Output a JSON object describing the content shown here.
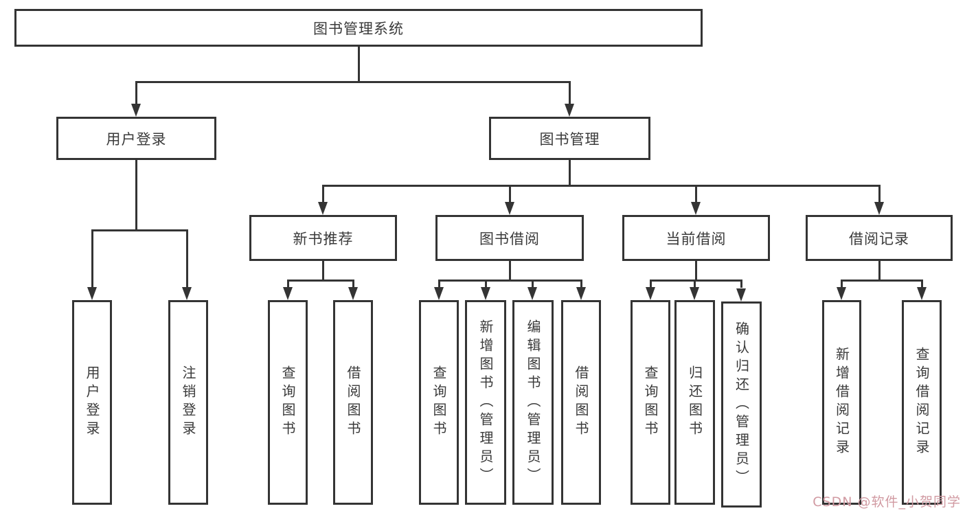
{
  "tree": {
    "root": {
      "label": "图书管理系统",
      "children": [
        {
          "label": "用户登录",
          "children": [
            {
              "label": "用户登录"
            },
            {
              "label": "注销登录"
            }
          ]
        },
        {
          "label": "图书管理",
          "children": [
            {
              "label": "新书推荐",
              "children": [
                {
                  "label": "查询图书"
                },
                {
                  "label": "借阅图书"
                }
              ]
            },
            {
              "label": "图书借阅",
              "children": [
                {
                  "label": "查询图书"
                },
                {
                  "label": "新增图书（管理员）"
                },
                {
                  "label": "编辑图书（管理员）"
                },
                {
                  "label": "借阅图书"
                }
              ]
            },
            {
              "label": "当前借阅",
              "children": [
                {
                  "label": "查询图书"
                },
                {
                  "label": "归还图书"
                },
                {
                  "label": "确认归还（管理员）"
                }
              ]
            },
            {
              "label": "借阅记录",
              "children": [
                {
                  "label": "新增借阅记录"
                },
                {
                  "label": "查询借阅记录"
                }
              ]
            }
          ]
        }
      ]
    }
  },
  "watermark": {
    "text": "CSDN @软件_小贺同学"
  },
  "colors": {
    "line": "#343434",
    "text": "#3a3a3a",
    "watermark": "#d19aa2",
    "background": "#ffffff"
  }
}
